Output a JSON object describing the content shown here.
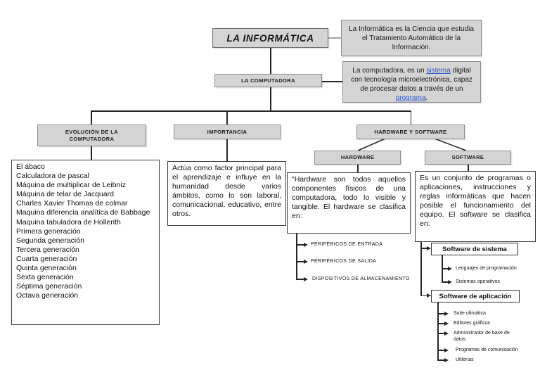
{
  "colors": {
    "box_fill": "#d4d4d4",
    "box_border": "#8f8f8f",
    "line": "#262626",
    "link": "#3358c4"
  },
  "root": {
    "title": "LA INFORMÁTICA",
    "definition": "La Informática es la Ciencia que estudia el Tratamiento Automático de la Información."
  },
  "computadora": {
    "title": "LA COMPUTADORA",
    "definition": {
      "part1": "La computadora, es un ",
      "link1": "sistema",
      "part2": " digital con tecnología microelectrónica, capaz de procesar datos a través de un ",
      "link2": "programa",
      "part3": "."
    }
  },
  "evolucion": {
    "label_line1": "EVOLUCIÓN DE LA",
    "label_line2": "COMPUTADORA",
    "items": [
      "El ábaco",
      "Calculadora de pascal",
      "Máquina de multiplicar de Leibniz",
      "Máquina de telar de Jacquard",
      "Charles Xavier Thomas de colmar",
      "Maquina diferencia analítica de Babbage",
      "Maquina tabuladora de Hollerith",
      "Primera generación",
      "Segunda generación",
      "Tercera generación",
      "Cuarta generación",
      "Quinta generación",
      "Sexta generación",
      "Séptima generación",
      "Octava generación"
    ]
  },
  "importancia": {
    "label": "IMPORTANCIA",
    "text": "Actúa como factor principal para el aprendizaje e influye en la humanidad desde varios ámbitos, como lo son laboral, comunicacional, educativo, entre otros."
  },
  "hardware_software": {
    "label": "HARDWARE Y SOFTWARE"
  },
  "hardware": {
    "label": "HARDWARE",
    "description": "\"Hardware son todos aquellos componentes físicos de una computadora, todo lo visible y tangible. El hardware se clasifica en:",
    "items": [
      "PERIFÉRICOS DE ENTRADA",
      "PERIFÉRICOS DE SALIDA",
      "DISPOSITIVOS DE ALMACENAMIENTO"
    ]
  },
  "software": {
    "label": "SOFTWARE",
    "description": "Es un conjunto de programas o aplicaciones, instrucciones y reglas informáticas que hacen posible el funcionamiento del equipo. El software se clasifica en:",
    "sistema": {
      "label": "Software de sistema",
      "items": [
        "Lenguajes de programación",
        "Sistemas operativos"
      ]
    },
    "aplicacion": {
      "label": "Software de aplicación",
      "items": [
        "Suite ofimática",
        "Editores gráficos",
        "Administrador de base de datos",
        "Programas de comunicación",
        "Utilerías"
      ]
    }
  }
}
